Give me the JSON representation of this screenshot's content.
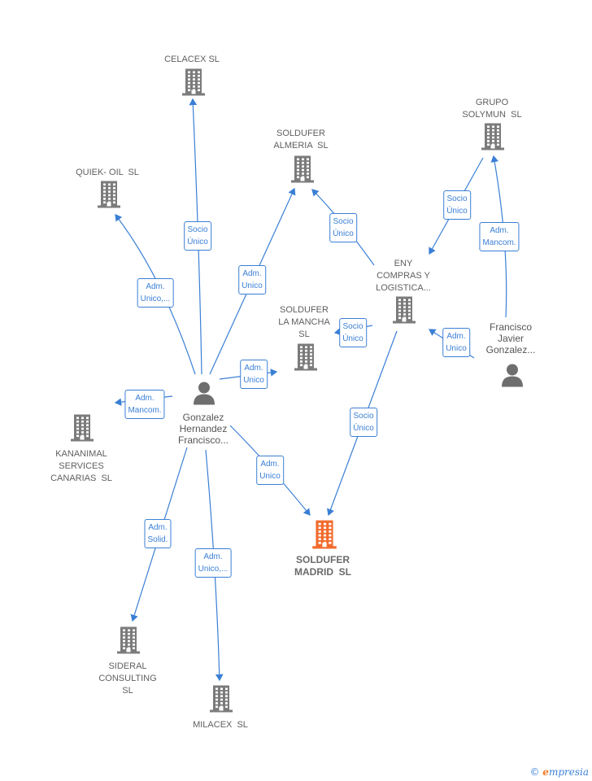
{
  "nodes": [
    {
      "id": "celacex",
      "label": "CELACEX SL",
      "kind": "company"
    },
    {
      "id": "soldufer_almeria",
      "label": "SOLDUFER\nALMERIA  SL",
      "kind": "company"
    },
    {
      "id": "quiek",
      "label": "QUIEK- OIL  SL",
      "kind": "company"
    },
    {
      "id": "grupo_solymun",
      "label": "GRUPO\nSOLYMUN  SL",
      "kind": "company"
    },
    {
      "id": "eny",
      "label": "ENY\nCOMPRAS Y\nLOGISTICA...",
      "kind": "company"
    },
    {
      "id": "soldufer_mancha",
      "label": "SOLDUFER\nLA MANCHA\nSL",
      "kind": "company"
    },
    {
      "id": "francisco",
      "label": "Francisco\nJavier\nGonzalez...",
      "kind": "person"
    },
    {
      "id": "gonzalez",
      "label": "Gonzalez\nHernandez\nFrancisco...",
      "kind": "person"
    },
    {
      "id": "kananimal",
      "label": "KANANIMAL\nSERVICES\nCANARIAS  SL",
      "kind": "company"
    },
    {
      "id": "soldufer_madrid",
      "label": "SOLDUFER\nMADRID  SL",
      "kind": "main"
    },
    {
      "id": "sideral",
      "label": "SIDERAL\nCONSULTING\nSL",
      "kind": "company"
    },
    {
      "id": "milacex",
      "label": "MILACEX  SL",
      "kind": "company"
    }
  ],
  "edges": [
    {
      "from": "gonzalez",
      "to": "celacex",
      "label": "Socio\nÚnico"
    },
    {
      "from": "gonzalez",
      "to": "quiek",
      "label": "Adm.\nUnico,..."
    },
    {
      "from": "gonzalez",
      "to": "soldufer_almeria",
      "label": "Adm.\nUnico"
    },
    {
      "from": "gonzalez",
      "to": "soldufer_mancha",
      "label": "Adm.\nUnico"
    },
    {
      "from": "gonzalez",
      "to": "kananimal",
      "label": "Adm.\nMancom."
    },
    {
      "from": "gonzalez",
      "to": "soldufer_madrid",
      "label": "Adm.\nUnico"
    },
    {
      "from": "gonzalez",
      "to": "sideral",
      "label": "Adm.\nSolid."
    },
    {
      "from": "gonzalez",
      "to": "milacex",
      "label": "Adm.\nUnico,..."
    },
    {
      "from": "eny",
      "to": "soldufer_almeria",
      "label": "Socio\nÚnico"
    },
    {
      "from": "eny",
      "to": "soldufer_mancha",
      "label": "Socio\nÚnico"
    },
    {
      "from": "eny",
      "to": "soldufer_madrid",
      "label": "Socio\nÚnico"
    },
    {
      "from": "grupo_solymun",
      "to": "eny",
      "label": "Socio\nÚnico"
    },
    {
      "from": "francisco",
      "to": "grupo_solymun",
      "label": "Adm.\nMancom."
    },
    {
      "from": "francisco",
      "to": "eny",
      "label": "Adm.\nUnico"
    }
  ],
  "colors": {
    "edge": "#3a7fd5",
    "building": "#7b7b7b",
    "main_building": "#f26b2d",
    "person": "#6e6e6e"
  },
  "footer": {
    "copyright": "©",
    "brand_initial": "e",
    "brand_rest": "mpresia"
  }
}
